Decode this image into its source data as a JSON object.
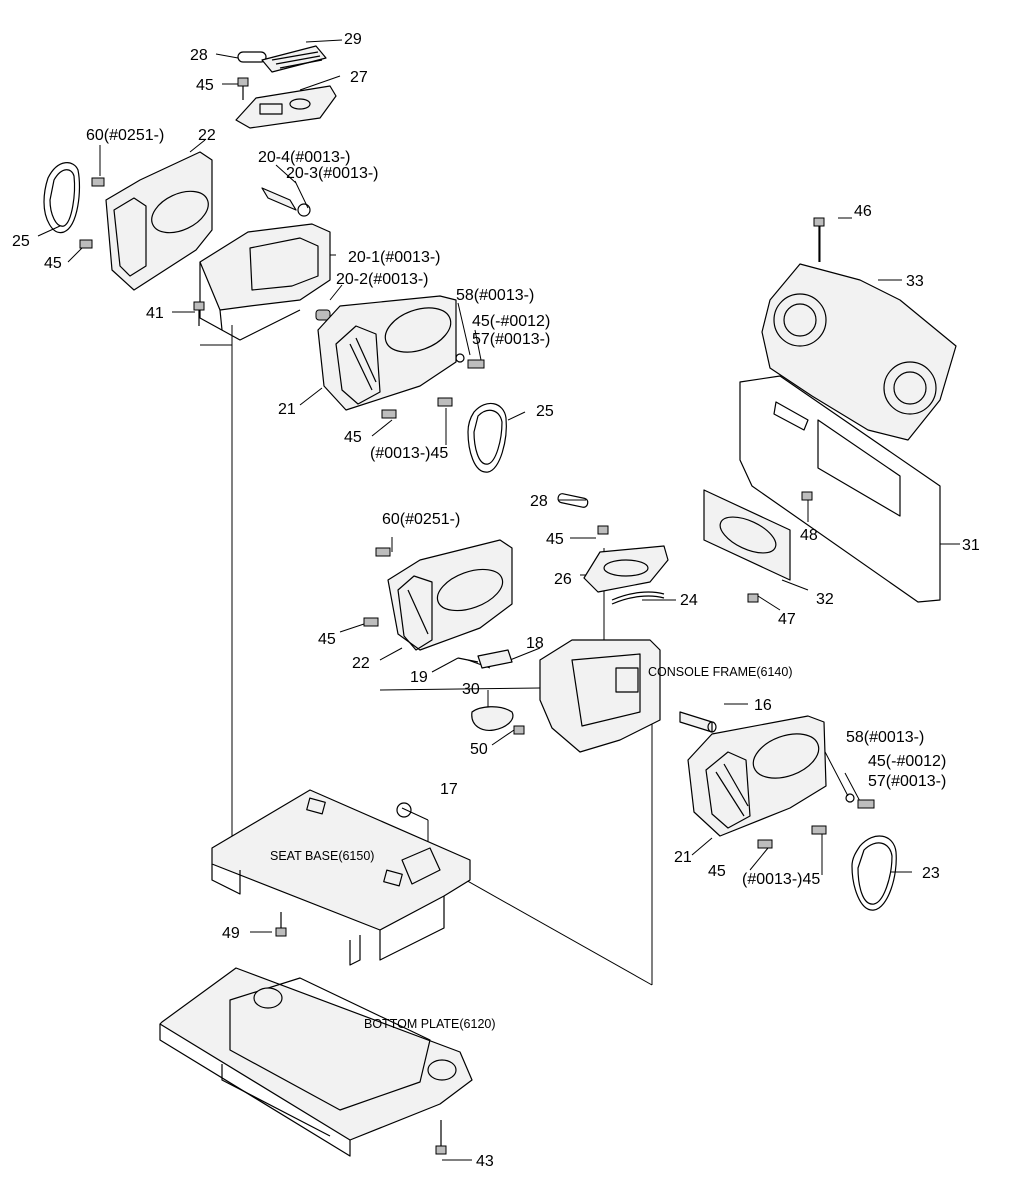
{
  "labels": {
    "l28a": "28",
    "l29": "29",
    "l45a": "45",
    "l27": "27",
    "l60a": "60(#0251-)",
    "l22a": "22",
    "l20_4": "20-4(#0013-)",
    "l20_3": "20-3(#0013-)",
    "l25a": "25",
    "l45b": "45",
    "l20_1": "20-1(#0013-)",
    "l20_2": "20-2(#0013-)",
    "l41": "41",
    "l58a": "58(#0013-)",
    "l45c": "45(-#0012)",
    "l57a": "57(#0013-)",
    "l21a": "21",
    "l45d": "45",
    "l45e": "(#0013-)45",
    "l25b": "25",
    "l46": "46",
    "l33": "33",
    "l28b": "28",
    "l60b": "60(#0251-)",
    "l45f": "45",
    "l48": "48",
    "l26": "26",
    "l24": "24",
    "l32": "32",
    "l31": "31",
    "l47": "47",
    "l45g": "45",
    "l22b": "22",
    "l18": "18",
    "l19": "19",
    "l30": "30",
    "l16": "16",
    "l50": "50",
    "l58b": "58(#0013-)",
    "l45h": "45(-#0012)",
    "l57b": "57(#0013-)",
    "l17": "17",
    "l21b": "21",
    "l45i": "45",
    "l45j": "(#0013-)45",
    "l23": "23",
    "l49": "49",
    "l43": "43"
  },
  "assemblies": {
    "console_frame": "CONSOLE FRAME(6140)",
    "seat_base": "SEAT BASE(6150)",
    "bottom_plate": "BOTTOM PLATE(6120)"
  }
}
